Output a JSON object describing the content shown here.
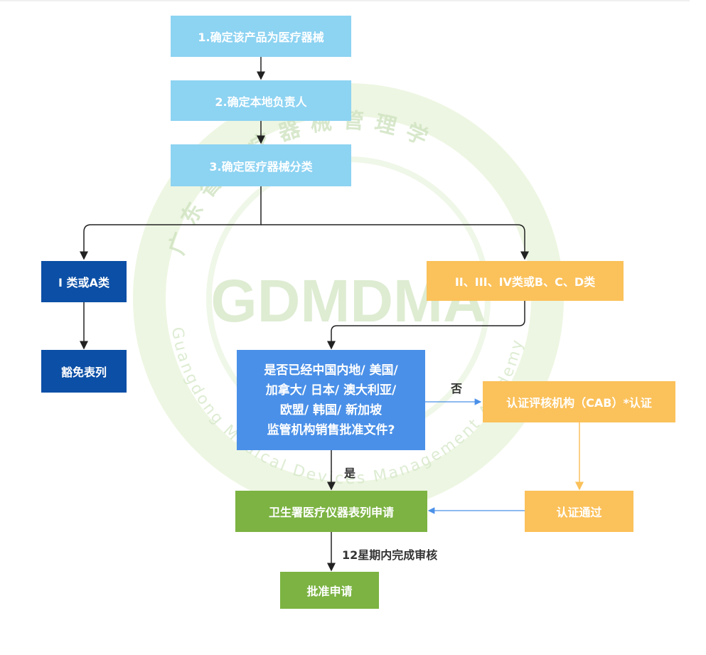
{
  "watermark": {
    "text": "GDMDMA",
    "arc_top": "广东省医疗器械管理学",
    "arc_bottom": "Guangdong Medical Devices Management Academy"
  },
  "steps": {
    "step1": "1.确定该产品为医疗器械",
    "step2": "2.确定本地负责人",
    "step3": "3.确定医疗器械分类"
  },
  "branches": {
    "class_a": "I 类或A类",
    "exempt": "豁免表列",
    "class_bcd": "II、III、IV类或B、C、D类"
  },
  "question": {
    "lines": [
      "是否已经中国内地/ 美国/",
      "加拿大/ 日本/ 澳大利亚/",
      "欧盟/ 韩国/ 新加坡",
      "监管机构销售批准文件?"
    ]
  },
  "cab": {
    "label": "认证评核机构（CAB）*认证",
    "passed": "认证通过"
  },
  "application": {
    "listing": "卫生署医疗仪器表列申请",
    "approval": "批准申请"
  },
  "edge_labels": {
    "no": "否",
    "yes": "是",
    "review_time": "12星期内完成审核"
  },
  "colors": {
    "light_blue": "#8dd3f2",
    "dark_blue": "#0b4fa6",
    "orange": "#fbc15a",
    "blue": "#4a90e8",
    "green": "#7cb342"
  }
}
